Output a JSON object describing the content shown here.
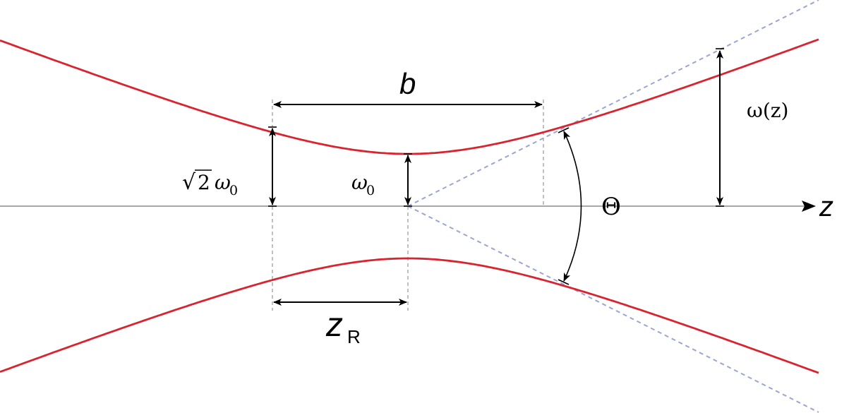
{
  "labels": {
    "b": "b",
    "sqrt_symbol": "√",
    "sqrt_two": "2",
    "omega": "ω",
    "zero_subscript": "0",
    "omega_z": "ω(z)",
    "theta": "Θ",
    "z_axis": "z",
    "z_r_main": "z",
    "z_r_subscript": "R"
  },
  "colors": {
    "beam": "#d9242f",
    "asymptote": "#9aa6d0",
    "axis": "#8c8c8c",
    "guide": "#8c8c8c",
    "arrow": "#000000"
  }
}
